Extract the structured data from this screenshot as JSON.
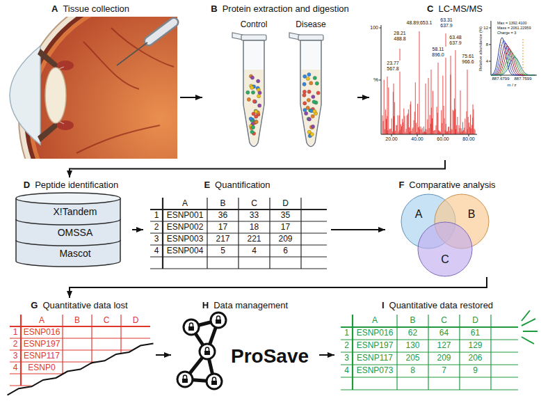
{
  "diagram": {
    "nodes": [
      {
        "text": [
          "A",
          "Tissue collection"
        ]
      },
      {
        "text": [
          "B",
          "Protein extraction and digestion"
        ]
      },
      {
        "text": [
          "C",
          "LC-MS/MS"
        ]
      },
      {
        "text": [
          "D",
          "Peptide identification"
        ]
      },
      {
        "text": [
          "X!Tandem"
        ],
        "in": 3
      },
      {
        "text": [
          "OMSSA"
        ],
        "in": 3
      },
      {
        "text": [
          "Mascot"
        ],
        "in": 3
      },
      {
        "text": [
          "E",
          "Quantification"
        ]
      },
      {
        "text": [
          "F",
          "Comparative analysis"
        ]
      },
      {
        "text": [
          "A"
        ],
        "in": 8
      },
      {
        "text": [
          "B"
        ],
        "in": 8
      },
      {
        "text": [
          "C"
        ],
        "in": 8
      },
      {
        "text": [
          "G",
          "Quantitative data lost"
        ]
      },
      {
        "text": [
          "H",
          "Data management"
        ]
      },
      {
        "text": [
          "I",
          "Quantitative data restored"
        ]
      }
    ],
    "edges": [
      {
        "from": 0,
        "to": 1,
        "arrow": "to"
      },
      {
        "from": 1,
        "to": 2,
        "arrow": "to"
      },
      {
        "from": 2,
        "to": 3,
        "arrow": "to"
      },
      {
        "from": 3,
        "to": 7,
        "arrow": "to"
      },
      {
        "from": 7,
        "to": 8,
        "arrow": "to"
      },
      {
        "from": 8,
        "to": 12,
        "arrow": "to"
      },
      {
        "from": 12,
        "to": 13,
        "arrow": "to"
      },
      {
        "from": 13,
        "to": 14,
        "arrow": "to"
      }
    ],
    "labels": [
      "Control",
      "Disease",
      "100",
      "%",
      "20.00",
      "40.00",
      "60.00",
      "80.00",
      "28.21 488.8",
      "23.77 567.8",
      "48.89;653.1",
      "63.31 637.9",
      "58.11 896.0",
      "63.48 637.9",
      "75.61 966.6",
      "Max = 1392.4100",
      "Mass = 2061.22959",
      "Charge = 3",
      "12",
      "8",
      "4",
      "Relative abundance (%)",
      "887.6799",
      "887.7599",
      "m / z",
      "A",
      "B",
      "C",
      "D",
      "1",
      "ESNP001",
      "36",
      "33",
      "35",
      "2",
      "ESNP002",
      "17",
      "18",
      "17",
      "3",
      "ESNP003",
      "217",
      "221",
      "209",
      "4",
      "ESNP004",
      "5",
      "4",
      "6",
      "A",
      "B",
      "C",
      "D",
      "1",
      "ESNP016",
      "2",
      "ESNP197",
      "3",
      "ESNP117",
      "4",
      "ESNP0",
      "ProSave",
      "A",
      "B",
      "C",
      "D",
      "1",
      "ESNP016",
      "62",
      "64",
      "61",
      "2",
      "ESNP197",
      "130",
      "127",
      "129",
      "3",
      "ESNP117",
      "205",
      "209",
      "206",
      "4",
      "ESNP073",
      "8",
      "7",
      "9"
    ]
  }
}
